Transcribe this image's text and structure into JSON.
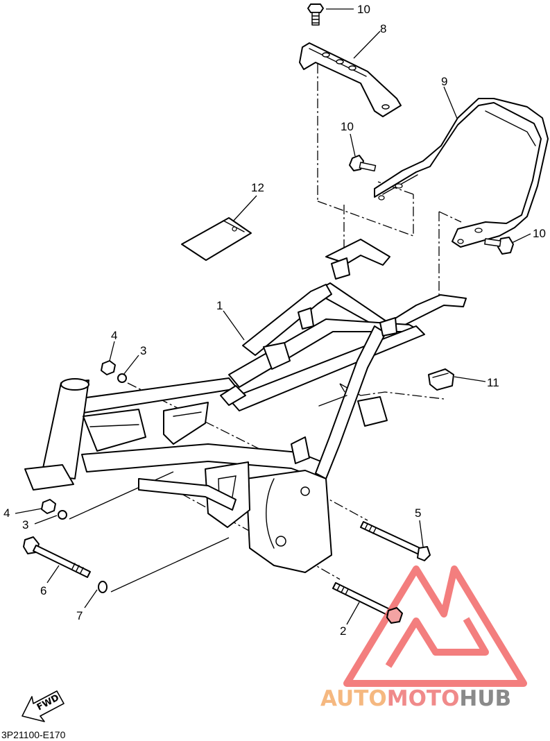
{
  "callouts": {
    "c1": "1",
    "c2": "2",
    "c3a": "3",
    "c3b": "3",
    "c4a": "4",
    "c4b": "4",
    "c5": "5",
    "c6": "6",
    "c7": "7",
    "c8": "8",
    "c9": "9",
    "c10a": "10",
    "c10b": "10",
    "c10c": "10",
    "c11": "11",
    "c12": "12"
  },
  "diagram_code": "3P21100-E170",
  "fwd_label": "FWD",
  "watermark": {
    "part1": "AUTO",
    "part2": "MOTO",
    "part3": "HUB",
    "color_auto": "#f5b880",
    "color_moto": "#f08a8a",
    "color_hub": "#8a8a8a",
    "logo_color": "#f05a5a"
  }
}
